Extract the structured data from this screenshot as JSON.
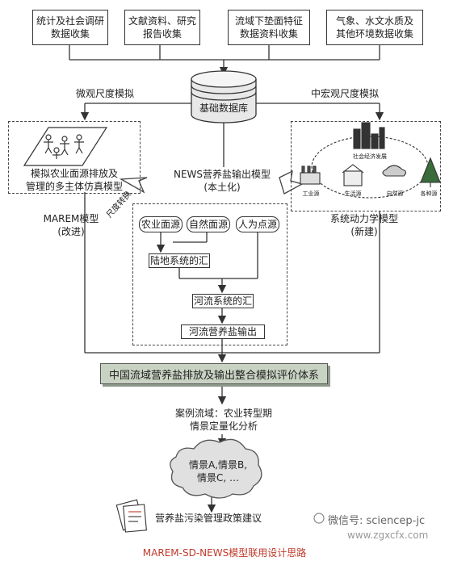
{
  "top_boxes": [
    "统计及社会调研\n数据收集",
    "文献资料、研究\n报告收集",
    "流域下垫面特征\n数据资料收集",
    "气象、水文水质及\n其他环境数据收集"
  ],
  "database_label": "基础数据库",
  "micro_label": "微观尺度模拟",
  "macro_label": "中宏观尺度模拟",
  "micro_model_text": "模拟农业面源排放及\n管理的多主体仿真模型",
  "marem_label": "MAREM模型\n(改进)",
  "scale_convert_label": "尺度转换",
  "news_label": "NEWS营养盐输出模型\n(本土化)",
  "sd_illustration": {
    "center_label": "社会经济发展",
    "sources": [
      "工业源",
      "生活源",
      "自然源",
      "各种源"
    ]
  },
  "sd_label": "系统动力学模型\n(新建)",
  "news_inner": {
    "sources": [
      "农业面源",
      "自然面源",
      "人为点源"
    ],
    "land_sink": "陆地系统的汇",
    "river_sink": "河流系统的汇",
    "river_output": "河流营养盐输出"
  },
  "banner": "中国流域营养盐排放及输出整合模拟评价体系",
  "case_label": "案例流域：农业转型期\n情景定量化分析",
  "scenario_cloud": "情景A,情景B,\n情景C, …",
  "policy_label": "营养盐污染管理政策建议",
  "watermark_left": "微信号: sciencep-jc",
  "watermark_right": "www.zgxcfx.com",
  "caption": "MAREM-SD-NEWS模型联用设计思路",
  "colors": {
    "banner_bg": "#c9d3c3",
    "caption": "#c0392b",
    "line": "#333333"
  }
}
